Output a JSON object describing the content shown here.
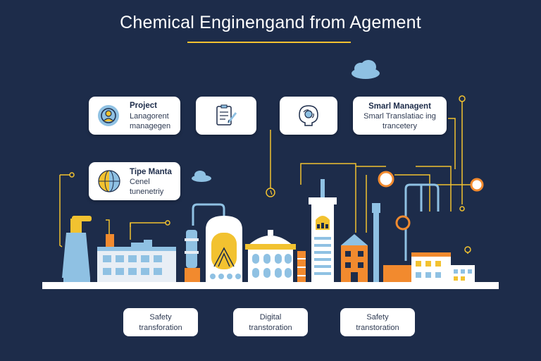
{
  "title": "Chemical Enginengand from Agement",
  "cards": {
    "project": {
      "line1": "Project",
      "line2": "Lanagorent",
      "line3": "managegen"
    },
    "smart": {
      "line1": "Smarl Managent",
      "line2": "Smarl Translatiac ing",
      "line3": "trancetery"
    },
    "tipe": {
      "line1": "Tipe Manta",
      "line2": "Cenel",
      "line3": "tunenetriy"
    }
  },
  "bottom_labels": [
    {
      "line1": "Safety",
      "line2": "transforation"
    },
    {
      "line1": "Digital",
      "line2": "transtoration"
    },
    {
      "line1": "Safety",
      "line2": "transtoration"
    }
  ],
  "colors": {
    "background": "#1d2c4a",
    "accent_yellow": "#f2c230",
    "accent_orange": "#f28a2e",
    "light_blue": "#8fc1e3",
    "white": "#ffffff"
  },
  "icons": [
    "user-gear-icon",
    "clipboard-pen-icon",
    "brain-gear-icon",
    "globe-icon",
    "cloud-icon"
  ]
}
